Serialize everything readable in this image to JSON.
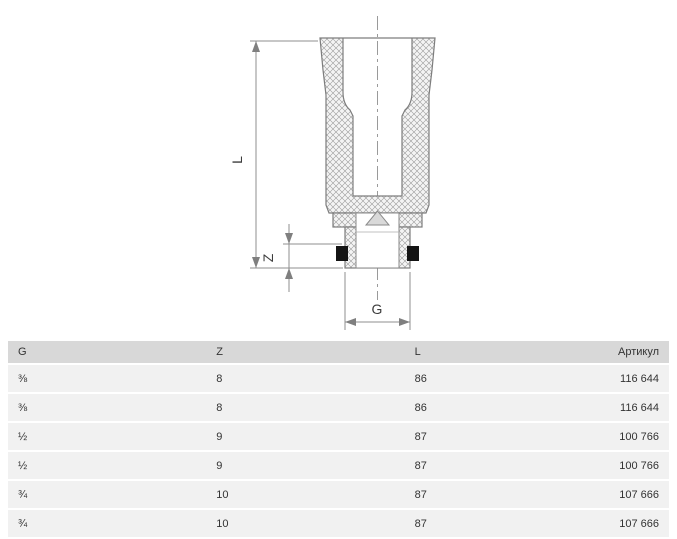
{
  "diagram": {
    "labels": {
      "l": "L",
      "z": "Z",
      "g": "G"
    }
  },
  "table": {
    "headers": [
      "G",
      "Z",
      "L",
      "Артикул"
    ],
    "rows": [
      [
        "⅜",
        "8",
        "86",
        "116 644"
      ],
      [
        "⅜",
        "8",
        "86",
        "116 644"
      ],
      [
        "½",
        "9",
        "87",
        "100 766"
      ],
      [
        "½",
        "9",
        "87",
        "100 766"
      ],
      [
        "¾",
        "10",
        "87",
        "107 666"
      ],
      [
        "¾",
        "10",
        "87",
        "107 666"
      ]
    ]
  }
}
